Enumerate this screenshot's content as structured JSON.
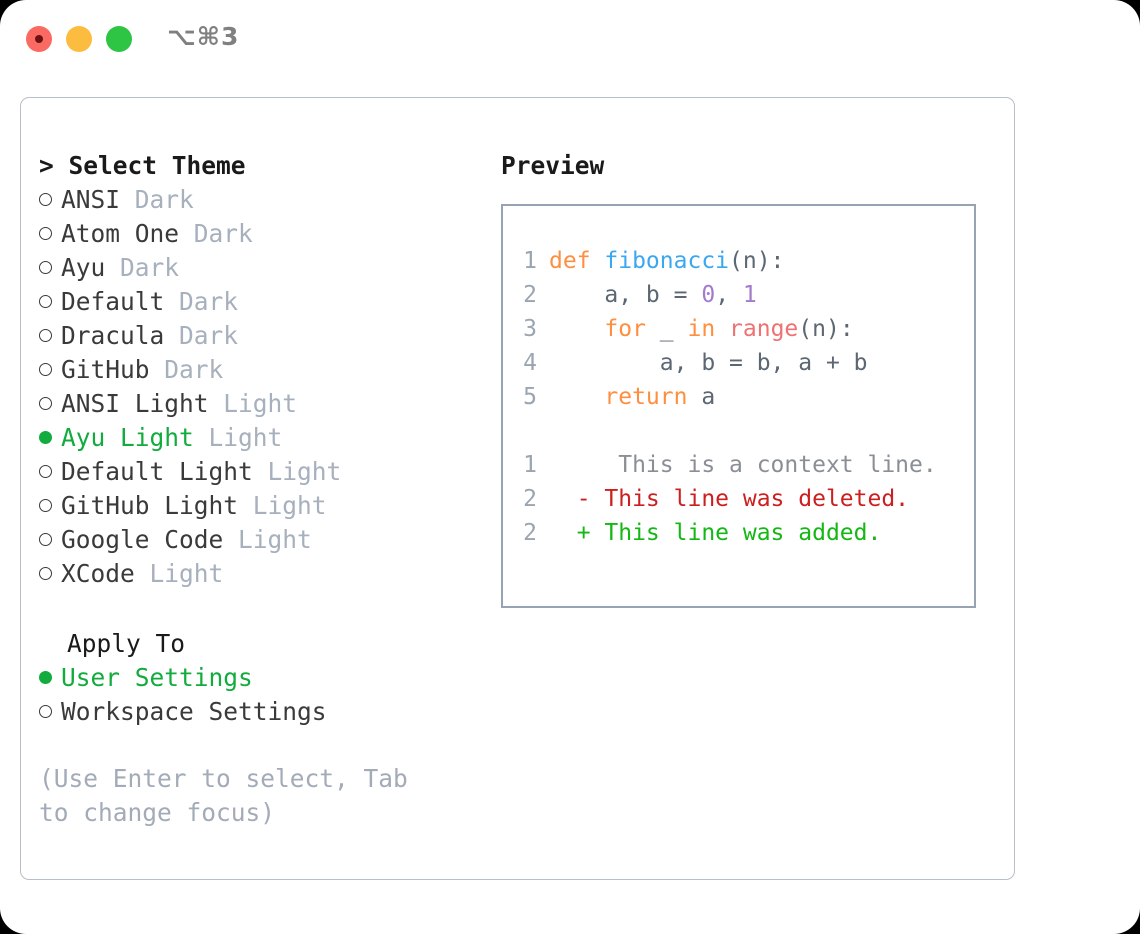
{
  "titlebar": {
    "shortcut": "⌥⌘3",
    "lights": [
      "close-red",
      "minimize-yellow",
      "zoom-green"
    ]
  },
  "theme_picker": {
    "header": "> Select Theme",
    "items": [
      {
        "label": "ANSI",
        "variant": "Dark",
        "selected": false
      },
      {
        "label": "Atom One",
        "variant": "Dark",
        "selected": false
      },
      {
        "label": "Ayu",
        "variant": "Dark",
        "selected": false
      },
      {
        "label": "Default",
        "variant": "Dark",
        "selected": false
      },
      {
        "label": "Dracula",
        "variant": "Dark",
        "selected": false
      },
      {
        "label": "GitHub",
        "variant": "Dark",
        "selected": false
      },
      {
        "label": "ANSI Light",
        "variant": "Light",
        "selected": false
      },
      {
        "label": "Ayu Light",
        "variant": "Light",
        "selected": true
      },
      {
        "label": "Default Light",
        "variant": "Light",
        "selected": false
      },
      {
        "label": "GitHub Light",
        "variant": "Light",
        "selected": false
      },
      {
        "label": "Google Code",
        "variant": "Light",
        "selected": false
      },
      {
        "label": "XCode",
        "variant": "Light",
        "selected": false
      }
    ]
  },
  "apply_to": {
    "title": "Apply To",
    "items": [
      {
        "label": "User Settings",
        "selected": true
      },
      {
        "label": "Workspace Settings",
        "selected": false
      }
    ]
  },
  "hint": "(Use Enter to select, Tab to change focus)",
  "preview": {
    "title": "Preview",
    "code_lines": [
      {
        "n": "1",
        "tokens": [
          {
            "t": "def ",
            "c": "kw"
          },
          {
            "t": "fibonacci",
            "c": "fn"
          },
          {
            "t": "(n):",
            "c": "pl"
          }
        ]
      },
      {
        "n": "2",
        "tokens": [
          {
            "t": "    a, b = ",
            "c": "pl"
          },
          {
            "t": "0",
            "c": "num"
          },
          {
            "t": ", ",
            "c": "pl"
          },
          {
            "t": "1",
            "c": "num"
          }
        ]
      },
      {
        "n": "3",
        "tokens": [
          {
            "t": "    ",
            "c": "pl"
          },
          {
            "t": "for",
            "c": "kw"
          },
          {
            "t": " _ ",
            "c": "pl"
          },
          {
            "t": "in",
            "c": "kw"
          },
          {
            "t": " ",
            "c": "pl"
          },
          {
            "t": "range",
            "c": "bi"
          },
          {
            "t": "(n):",
            "c": "pl"
          }
        ]
      },
      {
        "n": "4",
        "tokens": [
          {
            "t": "        a, b = b, a + b",
            "c": "pl"
          }
        ]
      },
      {
        "n": "5",
        "tokens": [
          {
            "t": "    ",
            "c": "pl"
          },
          {
            "t": "return",
            "c": "kw"
          },
          {
            "t": " a",
            "c": "pl"
          }
        ]
      }
    ],
    "diff_lines": [
      {
        "n": "1",
        "marker": " ",
        "text": "  This is a context line.",
        "kind": "ctx"
      },
      {
        "n": "2",
        "marker": "-",
        "text": " This line was deleted.",
        "kind": "del"
      },
      {
        "n": "2",
        "marker": "+",
        "text": " This line was added.",
        "kind": "add"
      }
    ]
  },
  "colors": {
    "accent_green": "#12ab3e",
    "muted": "#a7b0bd",
    "border": "#97a3b2",
    "card_border": "#b6bfcb",
    "keyword": "#ff8f40",
    "function": "#3ba7f0",
    "number": "#a37acc",
    "builtin": "#f07171",
    "diff_deleted": "#cc1f1f",
    "diff_added": "#14b814"
  }
}
